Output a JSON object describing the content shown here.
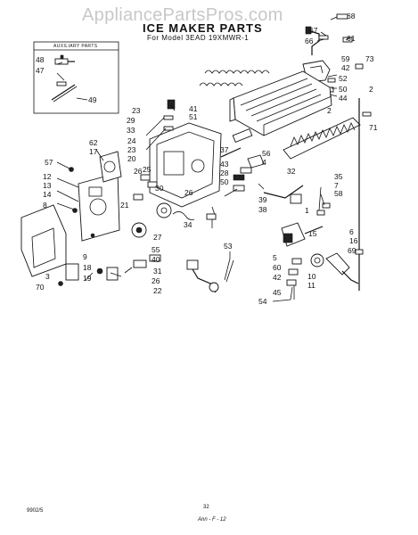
{
  "watermark": "AppliancePartsPros.com",
  "title": "ICE MAKER PARTS",
  "subtitle": "For Model 3EAD 19XMWR-1",
  "aux_label": "AUXILIARY PARTS",
  "footer_code": "9902/5",
  "page_number": "32",
  "signature": "Ann - F - 12",
  "part_numbers": {
    "n68": "68",
    "n67": "67",
    "n66": "66",
    "n61": "61",
    "n73": "73",
    "n59": "59",
    "n42a": "42",
    "n52": "52",
    "n50": "50",
    "n44": "44",
    "n2a": "2",
    "n2b": "2",
    "n71": "71",
    "n48": "48",
    "n47": "47",
    "n49": "49",
    "n23a": "23",
    "n29": "29",
    "n33": "33",
    "n41": "41",
    "n51": "51",
    "n62": "62",
    "n17": "17",
    "n57": "57",
    "n24": "24",
    "n23b": "23",
    "n20": "20",
    "n37": "37",
    "n56": "56",
    "n4": "4",
    "n43": "43",
    "n28": "28",
    "n50b": "50",
    "n12": "12",
    "n13": "13",
    "n14": "14",
    "n8": "8",
    "n26a": "26",
    "n25": "25",
    "n30": "30",
    "n26b": "26",
    "n39": "39",
    "n38": "38",
    "n32": "32",
    "n35": "35",
    "n7": "7",
    "n58": "58",
    "n1": "1",
    "n21": "21",
    "n34": "34",
    "n27": "27",
    "n55": "55",
    "n40": "40",
    "n31": "31",
    "n26c": "26",
    "n22": "22",
    "n15": "15",
    "n6": "6",
    "n16": "16",
    "n69": "69",
    "n5": "5",
    "n60": "60",
    "n42b": "42",
    "n10": "10",
    "n11": "11",
    "n9": "9",
    "n18": "18",
    "n19": "19",
    "n3": "3",
    "n70": "70",
    "n53": "53",
    "n45": "45",
    "n54": "54"
  }
}
